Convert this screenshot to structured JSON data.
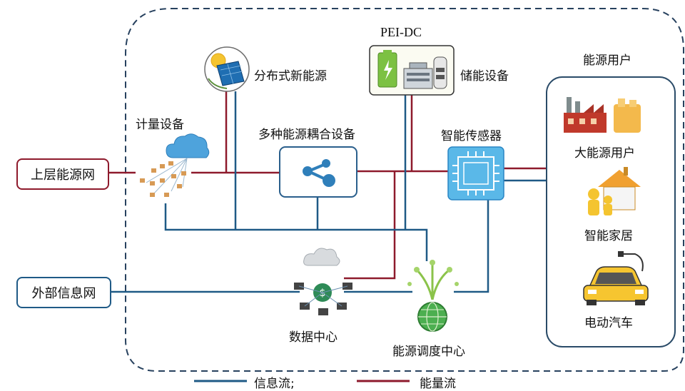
{
  "diagram": {
    "title": "PEI-DC",
    "nodes": {
      "upper_grid": "上层能源网",
      "external_info": "外部信息网",
      "metering": "计量设备",
      "distributed": "分布式新能源",
      "storage": "储能设备",
      "coupling": "多种能源耦合设备",
      "sensor": "智能传感器",
      "data_center": "数据中心",
      "dispatch": "能源调度中心"
    },
    "users": {
      "title": "能源用户",
      "large": "大能源用户",
      "home": "智能家居",
      "ev": "电动汽车"
    },
    "legend": {
      "info": "信息流;",
      "energy": "能量流"
    },
    "colors": {
      "info_flow": "#1f5a86",
      "energy_flow": "#8e1a2c",
      "frame_dash": "#27415e",
      "upper_grid_border": "#8e1a2c",
      "external_info_border": "#1f5a86",
      "users_border": "#2a4b68"
    }
  }
}
